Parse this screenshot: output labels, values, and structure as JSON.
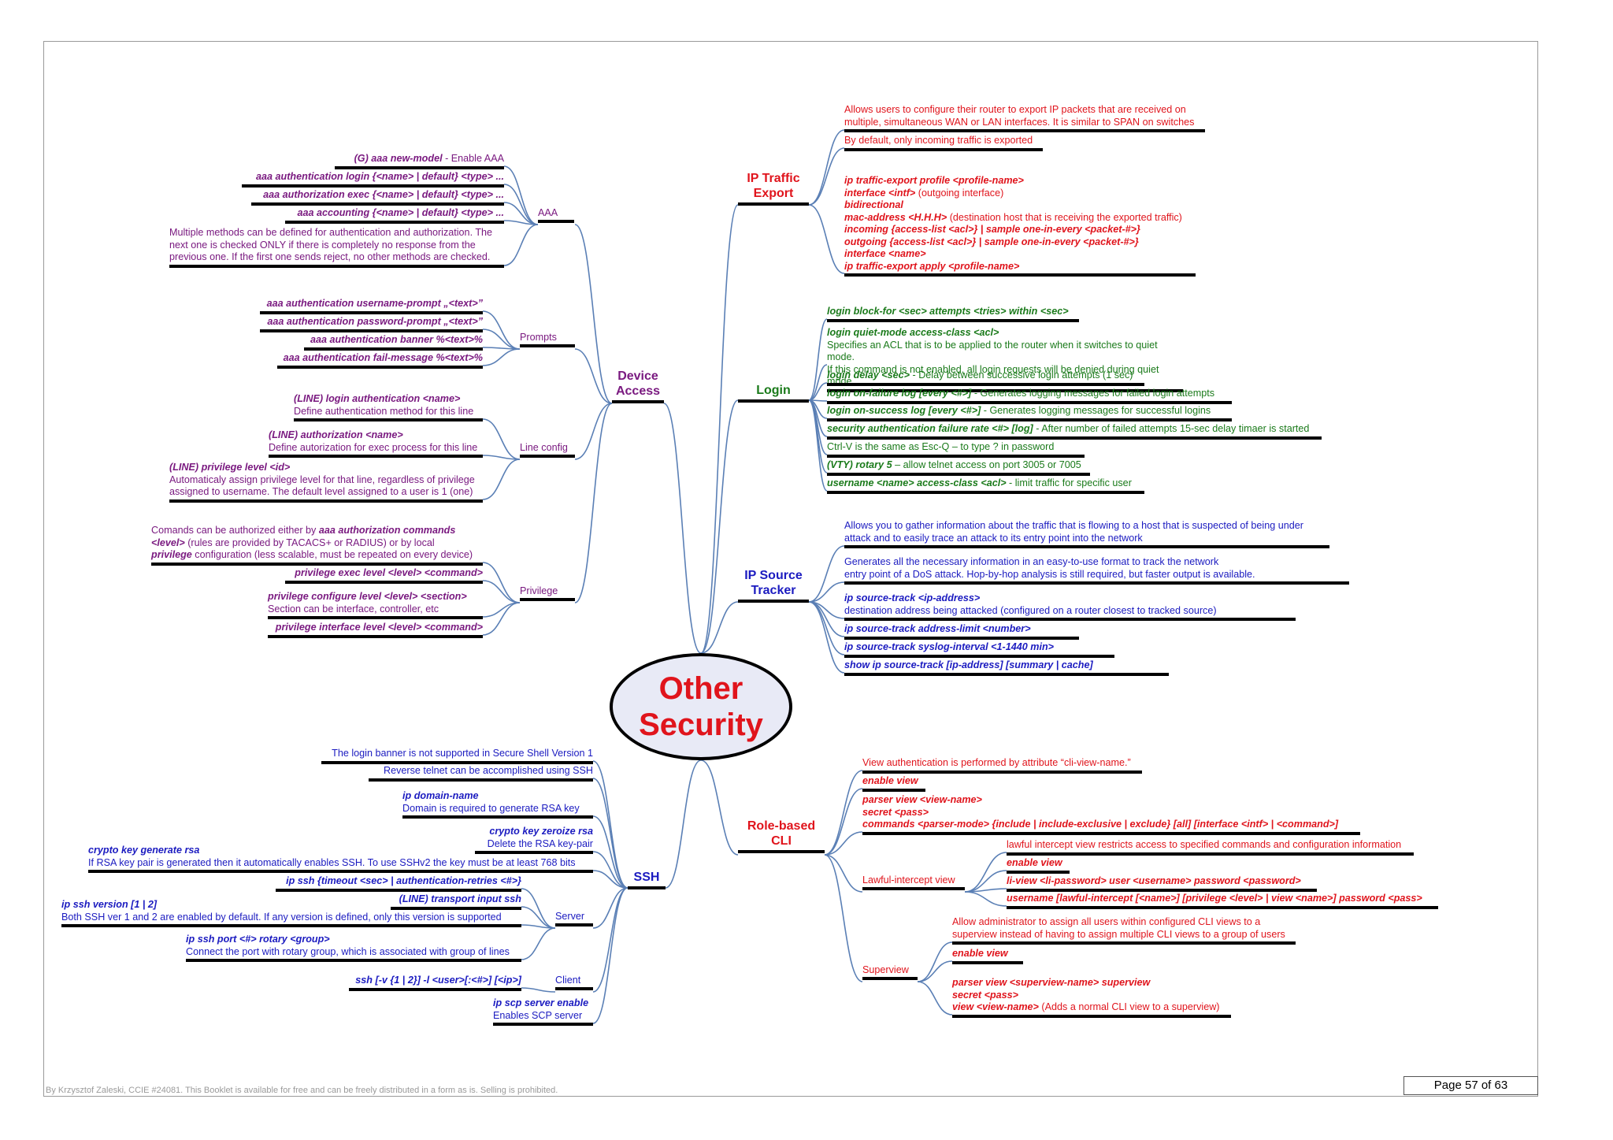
{
  "center_title": "Other\nSecurity",
  "footer": {
    "note": "By Krzysztof Zaleski, CCIE #24081. This Booklet is available for free and can be freely distributed in a form as is. Selling is prohibited.",
    "page": "Page 57 of 63"
  },
  "colors": {
    "purple": "#7a1a80",
    "red": "#e0141c",
    "green": "#1a7a1a",
    "blue": "#1b1bc0",
    "connector": "#5a7fb5"
  },
  "branches": {
    "device_access": {
      "label": "Device\nAccess",
      "aaa": {
        "label": "AAA",
        "items": [
          {
            "bold": "(G) aaa new-model",
            "rest": " - Enable AAA"
          },
          {
            "bold": "aaa authentication login {<name> | default} <type> ..."
          },
          {
            "bold": "aaa authorization exec {<name> | default} <type> ..."
          },
          {
            "bold": "aaa accounting {<name> | default} <type> ..."
          },
          {
            "text": "Multiple methods can be defined for authentication and authorization. The\nnext one is checked ONLY if there is completely no response from the\nprevious one. If the first one sends reject, no other methods are checked."
          }
        ]
      },
      "prompts": {
        "label": "Prompts",
        "items": [
          {
            "bold": "aaa authentication username-prompt „<text>”"
          },
          {
            "bold": "aaa authentication password-prompt „<text>”"
          },
          {
            "bold": "aaa authentication banner %<text>%"
          },
          {
            "bold": "aaa authentication fail-message %<text>%"
          }
        ]
      },
      "line_config": {
        "label": "Line config",
        "items": [
          {
            "bold": "(LINE) login authentication <name>",
            "text": "Define authentication method for this line"
          },
          {
            "bold": "(LINE) authorization <name>",
            "text": "Define autorization for exec process for this line"
          },
          {
            "bold": "(LINE) privilege level <id>",
            "text": "Automaticaly assign privilege level for that line, regardless of privilege\nassigned to username. The default level assigned to a user is 1 (one)"
          }
        ]
      },
      "privilege": {
        "label": "Privilege",
        "items": [
          {
            "p1": "Comands can be authorized either by ",
            "p1b": "aaa authorization commands",
            "p2b": "<level>",
            "p2": " (rules are provided by TACACS+ or RADIUS) or by local",
            "p3b": "privilege",
            "p3": " configuration (less scalable, must be repeated on every device)"
          },
          {
            "bold": "privilege exec level <level> <command>"
          },
          {
            "bold": "privilege configure level <level> <section>",
            "text": "Section can be interface, controller, etc"
          },
          {
            "bold": "privilege interface level <level> <command>"
          }
        ]
      }
    },
    "ssh": {
      "label": "SSH",
      "items": [
        {
          "text": "The login banner is not supported in Secure Shell Version 1"
        },
        {
          "text": "Reverse telnet can be accomplished using SSH"
        },
        {
          "bold": "ip domain-name",
          "text": "Domain is required to generate RSA key"
        },
        {
          "bold": "crypto key zeroize rsa",
          "text": "Delete the RSA key-pair"
        },
        {
          "bold": "crypto key generate rsa",
          "text": "If RSA key pair is generated then it automatically enables SSH. To use SSHv2 the key must be at least 768 bits"
        },
        {
          "bold": "ip scp server enable",
          "text": "Enables SCP server"
        }
      ],
      "server": {
        "label": "Server",
        "items": [
          {
            "bold": "ip ssh {timeout <sec> | authentication-retries <#>}"
          },
          {
            "bold": "(LINE) transport input ssh"
          },
          {
            "bold": "ip ssh version [1 | 2]",
            "text": "Both SSH ver 1 and 2 are enabled by default. If any version is defined, only this version is supported"
          },
          {
            "bold": "ip ssh port <#> rotary <group>",
            "text": "Connect the port with rotary group, which is associated with group of lines"
          }
        ]
      },
      "client": {
        "label": "Client",
        "items": [
          {
            "bold": "ssh [-v {1 | 2}] -l <user>[:<#>] [<ip>]"
          }
        ]
      }
    },
    "ip_traffic_export": {
      "label": "IP Traffic\nExport",
      "items": [
        {
          "text": "Allows users to configure their router to export IP packets that are received on\nmultiple, simultaneous WAN or LAN interfaces. It is similar to SPAN on switches"
        },
        {
          "text": "By default, only incoming traffic is exported"
        }
      ],
      "config": [
        {
          "bold": "ip traffic-export profile <profile-name>"
        },
        {
          "bold": " interface <intf>",
          "rest": " (outgoing interface)"
        },
        {
          "bold": " bidirectional"
        },
        {
          "bold": " mac-address <H.H.H>",
          "rest": " (destination host that is receiving the exported traffic)"
        },
        {
          "bold": " incoming {access-list <acl>} | sample one-in-every <packet-#>}"
        },
        {
          "bold": " outgoing {access-list <acl>} | sample one-in-every <packet-#>}"
        },
        {
          "bold": "interface <name>"
        },
        {
          "bold": " ip traffic-export apply <profile-name>"
        }
      ]
    },
    "login": {
      "label": "Login",
      "items": [
        {
          "bold": "login block-for <sec> attempts <tries> within <sec>"
        },
        {
          "bold": "login quiet-mode access-class <acl>",
          "text": "Specifies an ACL that is to be applied to the router when it switches to quiet mode.\nIf this command is not enabled, all login requests will be denied during quiet mode"
        },
        {
          "bold": "login delay <sec>",
          "rest": " - Delay between successive login attempts (1 sec)"
        },
        {
          "bold": "login on-failure log [every <#>]",
          "rest": " - Generates logging messages for failed login attempts"
        },
        {
          "bold": "login on-success log [every <#>]",
          "rest": " - Generates logging messages for successful logins"
        },
        {
          "bold": "security authentication failure rate <#> [log]",
          "rest": " - After number of failed attempts 15-sec delay timaer is started"
        },
        {
          "text": "Ctrl-V is the same as Esc-Q – to type ? in password"
        },
        {
          "bold": "(VTY) rotary 5",
          "rest": " – allow telnet access on port 3005 or 7005"
        },
        {
          "bold": "username <name> access-class <acl>",
          "rest": " - limit traffic for specific user"
        }
      ]
    },
    "ip_source_tracker": {
      "label": "IP Source\nTracker",
      "items": [
        {
          "text": "Allows you to gather information about the traffic that is flowing to a host that is suspected of being under\nattack and to easily trace an attack to its entry point into the network"
        },
        {
          "text": "Generates all the necessary information in an easy-to-use format to track the network\nentry point of a DoS attack. Hop-by-hop analysis is still required, but faster output is available."
        },
        {
          "bold": "ip source-track <ip-address>",
          "text": "destination address being attacked (configured on a router closest to tracked source)"
        },
        {
          "bold": "ip source-track address-limit <number>"
        },
        {
          "bold": "ip source-track syslog-interval <1-1440 min>"
        },
        {
          "bold": "show ip source-track [ip-address] [summary | cache]"
        }
      ]
    },
    "role_based_cli": {
      "label": "Role-based\nCLI",
      "items": [
        {
          "text": "View authentication is performed by attribute “cli-view-name.”"
        },
        {
          "bold": "enable view"
        },
        {
          "bold": "parser view <view-name>\n secret <pass>\n commands <parser-mode> {include | include-exclusive | exclude} [all] [interface <intf> | <command>]"
        }
      ],
      "lawful": {
        "label": "Lawful-intercept view",
        "items": [
          {
            "text": "lawful intercept view restricts access to specified commands and configuration information"
          },
          {
            "bold": "enable view"
          },
          {
            "bold": "li-view <li-password> user <username> password <password>"
          },
          {
            "bold": "username [lawful-intercept [<name>] [privilege <level> | view <name>] password <pass>"
          }
        ]
      },
      "superview": {
        "label": "Superview",
        "items": [
          {
            "text": "Allow administrator to assign all users within configured CLI views to a\nsuperview instead of having to assign multiple CLI views to a group of users"
          },
          {
            "bold": "enable view"
          },
          {
            "bold": "parser view <superview-name> superview\n secret <pass>\n view <view-name>",
            "rest": " (Adds a normal CLI view to a superview)"
          }
        ]
      }
    }
  }
}
